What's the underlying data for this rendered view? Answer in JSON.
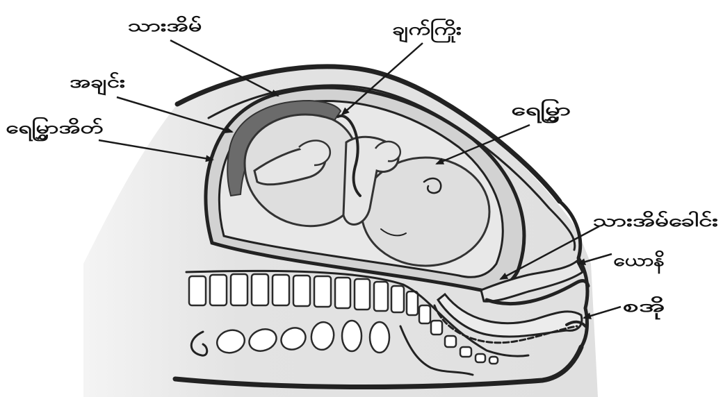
{
  "labels": {
    "uterus": "သားအိမ်",
    "umbilical_cord": "ချက်ကြိုး",
    "placenta": "အချင်း",
    "amniotic_sac": "ရေမြွှာအိတ်",
    "amniotic_fluid": "ရေမြွှာ",
    "cervix": "သားအိမ်ခေါင်း",
    "vagina": "ယောနိ",
    "anus": "စအို"
  },
  "colors": {
    "background": "#ffffff",
    "body_fill": "#e3e3e3",
    "uterus_fill": "#d2d2d2",
    "placenta_fill": "#6b6b6b",
    "fetus_fill": "#dedede",
    "line": "#222222"
  }
}
